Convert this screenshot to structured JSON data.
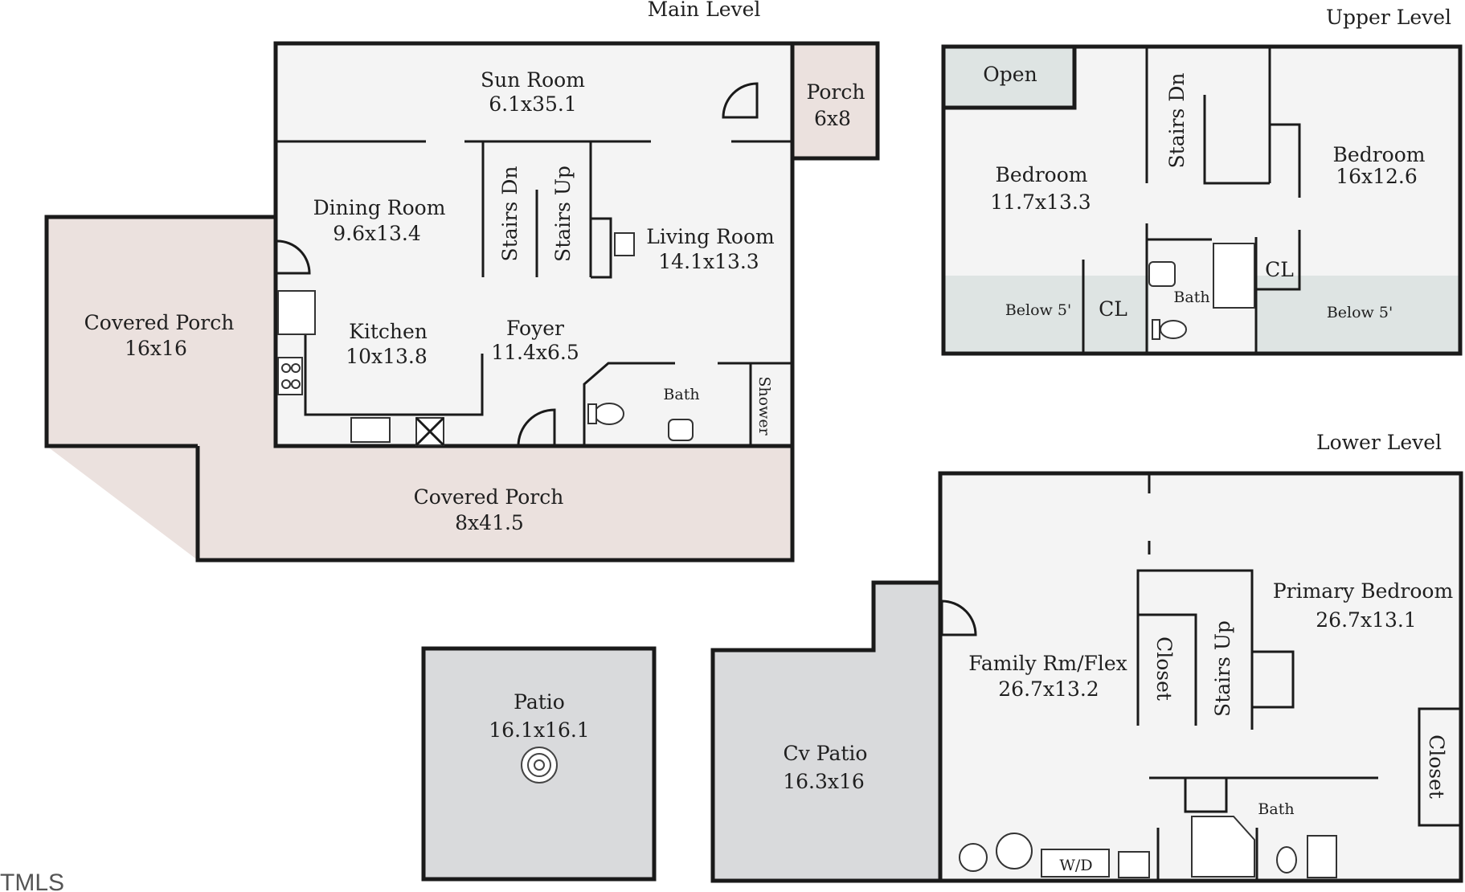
{
  "levels": {
    "main": "Main Level",
    "upper": "Upper Level",
    "lower": "Lower Level"
  },
  "main_level": {
    "sun_room": {
      "name": "Sun Room",
      "size": "6.1x35.1"
    },
    "porch": {
      "name": "Porch",
      "size": "6x8"
    },
    "dining_room": {
      "name": "Dining Room",
      "size": "9.6x13.4"
    },
    "stairs_dn": "Stairs Dn",
    "stairs_up": "Stairs Up",
    "living_room": {
      "name": "Living Room",
      "size": "14.1x13.3"
    },
    "covered_porch_left": {
      "name": "Covered Porch",
      "size": "16x16"
    },
    "kitchen": {
      "name": "Kitchen",
      "size": "10x13.8"
    },
    "foyer": {
      "name": "Foyer",
      "size": "11.4x6.5"
    },
    "bath": "Bath",
    "shower": "Shower",
    "covered_porch_bottom": {
      "name": "Covered Porch",
      "size": "8x41.5"
    },
    "patio": {
      "name": "Patio",
      "size": "16.1x16.1"
    }
  },
  "upper_level": {
    "open": "Open",
    "stairs_dn": "Stairs Dn",
    "bedroom_left": {
      "name": "Bedroom",
      "size": "11.7x13.3"
    },
    "bedroom_right": {
      "name": "Bedroom",
      "size": "16x12.6"
    },
    "below_left": "Below 5'",
    "cl_left": "CL",
    "bath": "Bath",
    "cl_right": "CL",
    "below_right": "Below 5'"
  },
  "lower_level": {
    "cv_patio": {
      "name": "Cv Patio",
      "size": "16.3x16"
    },
    "family_room": {
      "name": "Family Rm/Flex",
      "size": "26.7x13.2"
    },
    "closet_center": "Closet",
    "stairs_up": "Stairs Up",
    "primary_bedroom": {
      "name": "Primary Bedroom",
      "size": "26.7x13.1"
    },
    "closet_right": "Closet",
    "bath": "Bath",
    "wd": "W/D"
  },
  "watermark": "TMLS",
  "colors": {
    "interior": "#f4f4f4",
    "porch": "#ebe1de",
    "patio": "#d9dadc",
    "low_ceiling": "#dee4e3",
    "wall": "#1a1a1a"
  }
}
